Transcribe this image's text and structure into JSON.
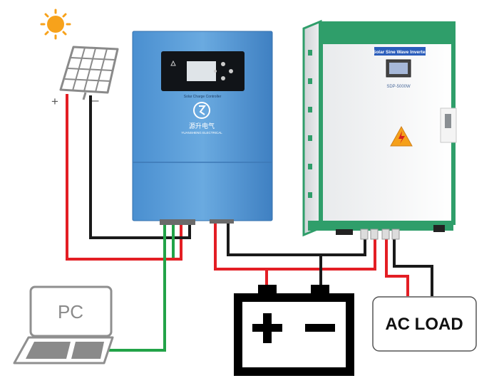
{
  "labels": {
    "plus": "+",
    "minus": "–",
    "pc": "PC",
    "ac_load": "AC LOAD",
    "inverter_title": "Solar Sine Wave Inverter",
    "inverter_model": "SDP-5000W",
    "controller_caption": "Solar Charge Controller",
    "brand_cn": "源升电气",
    "brand_en": "YUANSHENG ELECTRICAL"
  },
  "colors": {
    "wire_positive": "#e31e24",
    "wire_negative": "#1a1a1a",
    "wire_comm": "#22a348",
    "controller_body": "#5b9bd5",
    "inverter_frame": "#2f9e6a",
    "sun": "#f7a21b"
  },
  "icons": [
    "sun-icon",
    "solar-panel-icon",
    "laptop-icon",
    "battery-icon",
    "warning-icon"
  ]
}
